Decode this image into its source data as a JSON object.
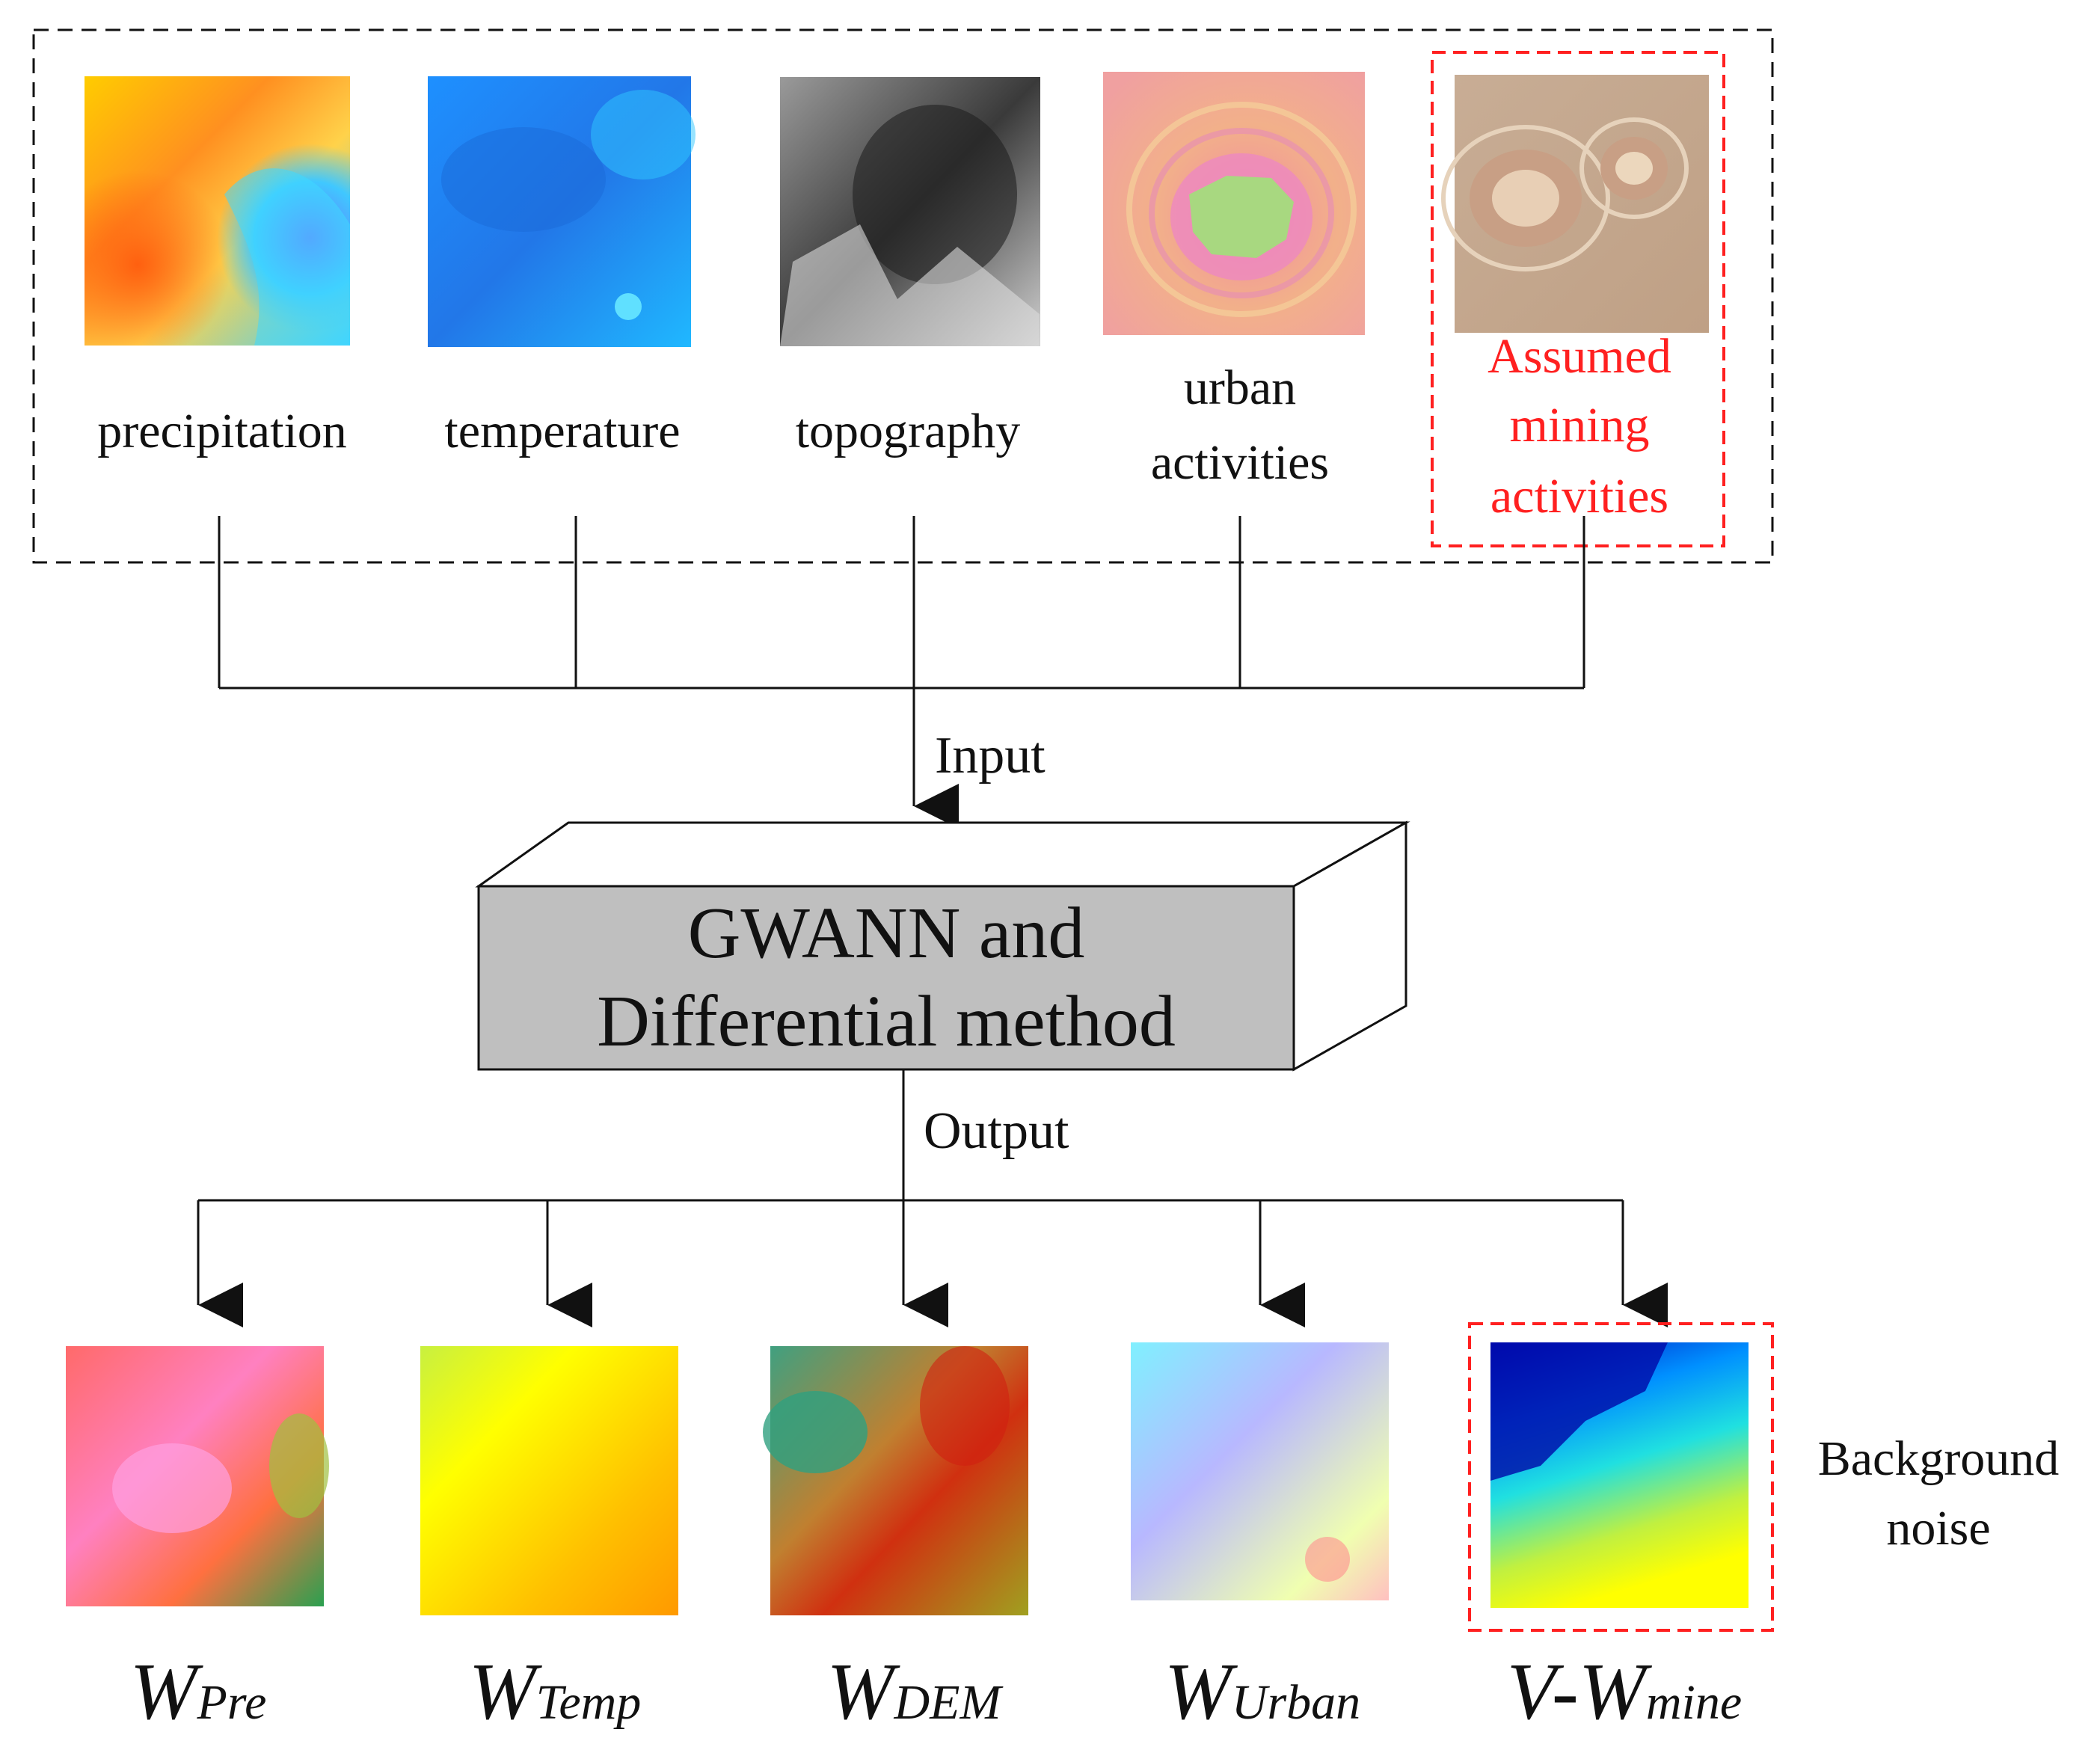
{
  "inputs": [
    {
      "label": "precipitation"
    },
    {
      "label": "temperature"
    },
    {
      "label": "topography"
    },
    {
      "label_line1": "urban",
      "label_line2": "activities"
    },
    {
      "label_line1": "Assumed",
      "label_line2": "mining",
      "label_line3": "activities"
    }
  ],
  "flow": {
    "input_label": "Input",
    "output_label": "Output"
  },
  "model_box": {
    "line1": "GWANN and",
    "line2": "Differential method"
  },
  "outputs": [
    {
      "w": "W",
      "sub": "Pre"
    },
    {
      "w": "W",
      "sub": "Temp"
    },
    {
      "w": "W",
      "sub": "DEM"
    },
    {
      "w": "W",
      "sub": "Urban"
    },
    {
      "w": "V-W",
      "sub": "mine"
    }
  ],
  "side_note": {
    "line1": "Background",
    "line2": "noise"
  },
  "colors": {
    "highlight": "#ff2020",
    "box_fill": "#bfbfbf",
    "line": "#111111"
  }
}
